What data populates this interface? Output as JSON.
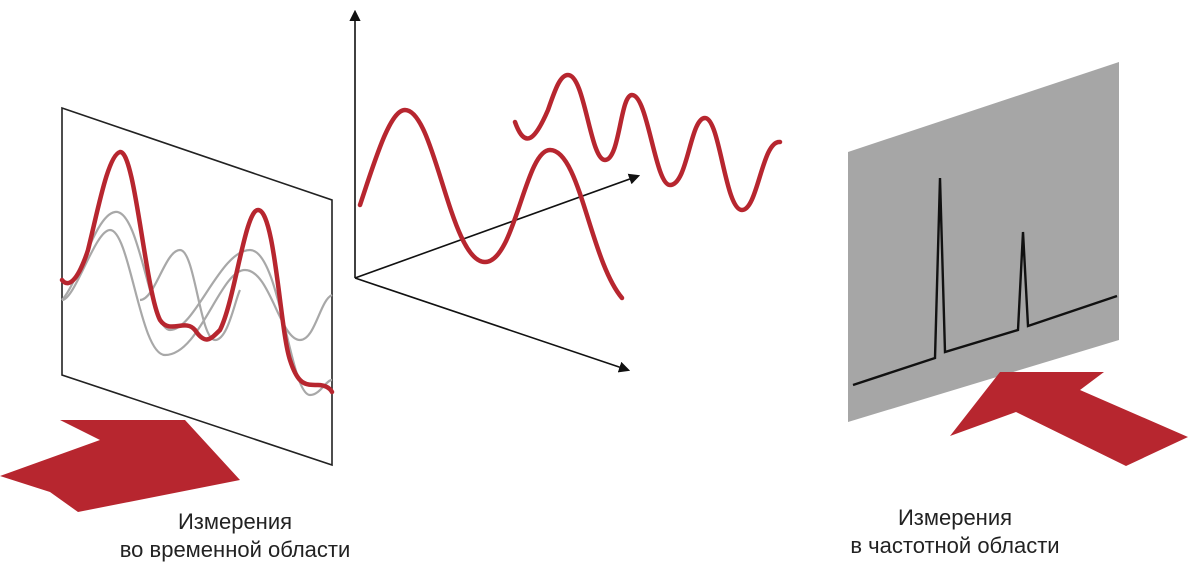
{
  "colors": {
    "signal": "#b7262f",
    "component": "#a8a8a8",
    "axis": "#111111",
    "screen_fill": "#a6a6a6",
    "frame": "#222222",
    "caption_text": "#222222"
  },
  "time_domain": {
    "caption_line1": "Измерения",
    "caption_line2": "во временной области"
  },
  "frequency_domain": {
    "caption_line1": "Измерения",
    "caption_line2": "в частотной области",
    "spectral_peaks": 2
  }
}
